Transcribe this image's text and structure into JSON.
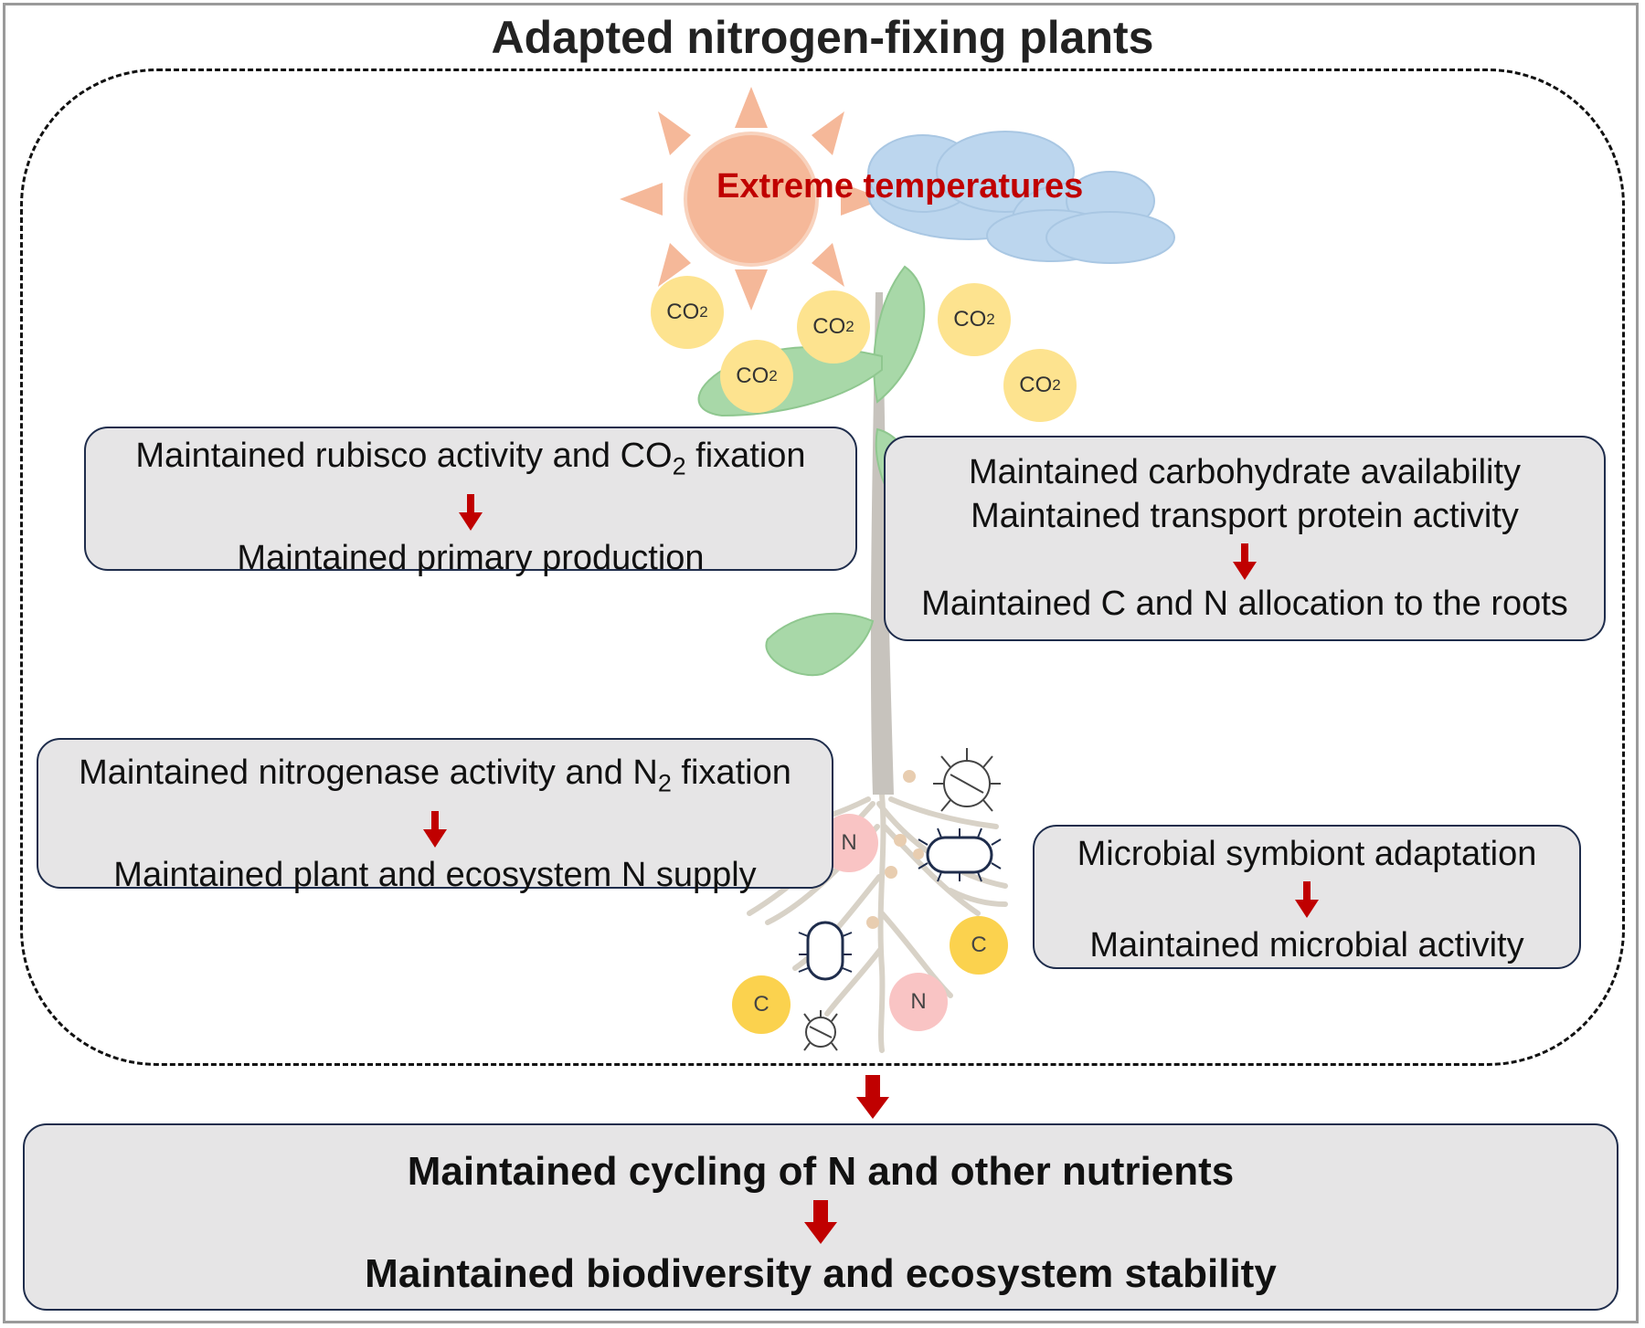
{
  "title": "Adapted nitrogen-fixing plants",
  "stress_label": "Extreme temperatures",
  "co2": {
    "base": "CO",
    "sub": "2"
  },
  "nutrients": {
    "carbon": "C",
    "nitrogen": "N"
  },
  "boxes": {
    "rubisco": {
      "line1_pre": "Maintained rubisco activity and CO",
      "line1_sub": "2",
      "line1_post": " fixation",
      "line2": "Maintained primary production"
    },
    "carbohydrate": {
      "line1": "Maintained carbohydrate availability",
      "line2": "Maintained transport protein activity",
      "line3": "Maintained C and N allocation to the roots"
    },
    "nitrogenase": {
      "line1_pre": "Maintained nitrogenase activity and N",
      "line1_sub": "2",
      "line1_post": " fixation",
      "line2": "Maintained plant and ecosystem N supply"
    },
    "microbial": {
      "line1": "Microbial symbiont adaptation",
      "line2": "Maintained microbial activity"
    },
    "outcome": {
      "line1": "Maintained cycling of N and other nutrients",
      "line2": "Maintained biodiversity and ecosystem stability"
    }
  },
  "colors": {
    "arrow": "#c00000",
    "sun": "#f5b899",
    "cloud": "#bcd6ee",
    "leaf": "#a8d8a8",
    "box_fill": "#e6e5e6",
    "box_border": "#1f2d4c",
    "co2": "#fde38f",
    "carbon": "#fbd24e",
    "nitrogen": "#f9c4c4"
  }
}
